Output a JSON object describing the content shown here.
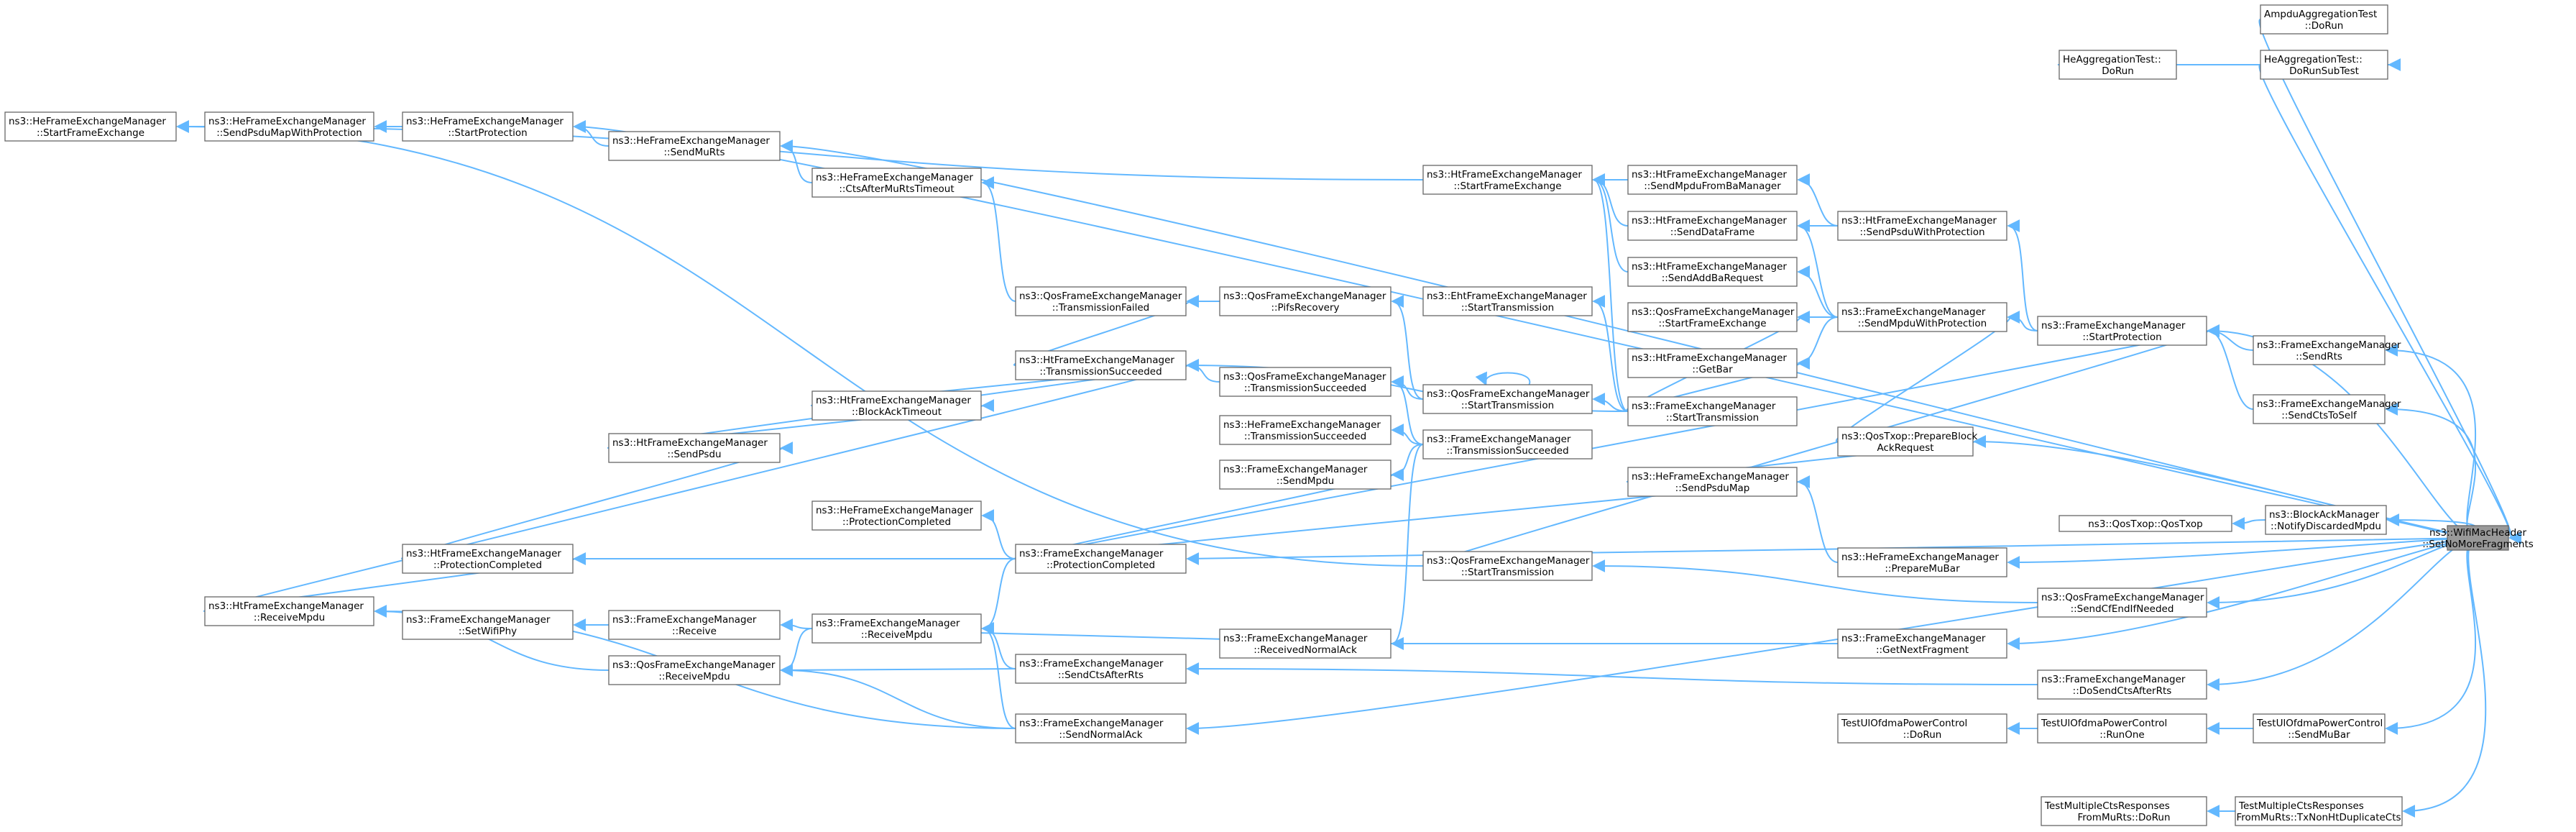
{
  "diagram": {
    "type": "call-graph",
    "edge_color": "#63b8ff",
    "root_fill": "#999999",
    "nodes": [
      {
        "id": "root",
        "lines": [
          "ns3::WifiMacHeader",
          "::SetNoMoreFragments"
        ],
        "root": true
      },
      {
        "id": "ampdu",
        "lines": [
          "AmpduAggregationTest",
          "::DoRun"
        ]
      },
      {
        "id": "hesub",
        "lines": [
          "HeAggregationTest::",
          "DoRunSubTest"
        ]
      },
      {
        "id": "herun",
        "lines": [
          "HeAggregationTest::",
          "DoRun"
        ]
      },
      {
        "id": "heStartFE",
        "lines": [
          "ns3::HeFrameExchangeManager",
          "::StartFrameExchange"
        ]
      },
      {
        "id": "heSendPsduMapWP",
        "lines": [
          "ns3::HeFrameExchangeManager",
          "::SendPsduMapWithProtection"
        ]
      },
      {
        "id": "heStartProt",
        "lines": [
          "ns3::HeFrameExchangeManager",
          "::StartProtection"
        ]
      },
      {
        "id": "heSendMuRts",
        "lines": [
          "ns3::HeFrameExchangeManager",
          "::SendMuRts"
        ]
      },
      {
        "id": "heCtsAfterMuRtsTO",
        "lines": [
          "ns3::HeFrameExchangeManager",
          "::CtsAfterMuRtsTimeout"
        ]
      },
      {
        "id": "htStartFE",
        "lines": [
          "ns3::HtFrameExchangeManager",
          "::StartFrameExchange"
        ]
      },
      {
        "id": "htSendMpduBa",
        "lines": [
          "ns3::HtFrameExchangeManager",
          "::SendMpduFromBaManager"
        ]
      },
      {
        "id": "htSendData",
        "lines": [
          "ns3::HtFrameExchangeManager",
          "::SendDataFrame"
        ]
      },
      {
        "id": "htSendAddBa",
        "lines": [
          "ns3::HtFrameExchangeManager",
          "::SendAddBaRequest"
        ]
      },
      {
        "id": "htSendPsduWP",
        "lines": [
          "ns3::HtFrameExchangeManager",
          "::SendPsduWithProtection"
        ]
      },
      {
        "id": "qosTxFailed",
        "lines": [
          "ns3::QosFrameExchangeManager",
          "::TransmissionFailed"
        ]
      },
      {
        "id": "qosPifs",
        "lines": [
          "ns3::QosFrameExchangeManager",
          "::PifsRecovery"
        ]
      },
      {
        "id": "ehtStartTx",
        "lines": [
          "ns3::EhtFrameExchangeManager",
          "::StartTransmission"
        ]
      },
      {
        "id": "qosStartFE",
        "lines": [
          "ns3::QosFrameExchangeManager",
          "::StartFrameExchange"
        ]
      },
      {
        "id": "feSendMpduWP",
        "lines": [
          "ns3::FrameExchangeManager",
          "::SendMpduWithProtection"
        ]
      },
      {
        "id": "feStartProt",
        "lines": [
          "ns3::FrameExchangeManager",
          "::StartProtection"
        ]
      },
      {
        "id": "feSendRts",
        "lines": [
          "ns3::FrameExchangeManager",
          "::SendRts"
        ]
      },
      {
        "id": "htTxSucc",
        "lines": [
          "ns3::HtFrameExchangeManager",
          "::TransmissionSucceeded"
        ]
      },
      {
        "id": "qosTxSucc",
        "lines": [
          "ns3::QosFrameExchangeManager",
          "::TransmissionSucceeded"
        ]
      },
      {
        "id": "qosStartTx1",
        "lines": [
          "ns3::QosFrameExchangeManager",
          "::StartTransmission"
        ]
      },
      {
        "id": "htGetBar",
        "lines": [
          "ns3::HtFrameExchangeManager",
          "::GetBar"
        ]
      },
      {
        "id": "feStartTx",
        "lines": [
          "ns3::FrameExchangeManager",
          "::StartTransmission"
        ]
      },
      {
        "id": "feSendCtsToSelf",
        "lines": [
          "ns3::FrameExchangeManager",
          "::SendCtsToSelf"
        ]
      },
      {
        "id": "htBlockAckTO",
        "lines": [
          "ns3::HtFrameExchangeManager",
          "::BlockAckTimeout"
        ]
      },
      {
        "id": "heTxSucc",
        "lines": [
          "ns3::HeFrameExchangeManager",
          "::TransmissionSucceeded"
        ]
      },
      {
        "id": "feTxSucc",
        "lines": [
          "ns3::FrameExchangeManager",
          "::TransmissionSucceeded"
        ]
      },
      {
        "id": "qosTxopPrep",
        "lines": [
          "ns3::QosTxop::PrepareBlock",
          "AckRequest"
        ]
      },
      {
        "id": "htSendPsdu",
        "lines": [
          "ns3::HtFrameExchangeManager",
          "::SendPsdu"
        ]
      },
      {
        "id": "feSendMpdu",
        "lines": [
          "ns3::FrameExchangeManager",
          "::SendMpdu"
        ]
      },
      {
        "id": "heSendPsduMap",
        "lines": [
          "ns3::HeFrameExchangeManager",
          "::SendPsduMap"
        ]
      },
      {
        "id": "qosTxopCtor",
        "lines": [
          "ns3::QosTxop::QosTxop"
        ]
      },
      {
        "id": "baNotify",
        "lines": [
          "ns3::BlockAckManager",
          "::NotifyDiscardedMpdu"
        ]
      },
      {
        "id": "heProtComp",
        "lines": [
          "ns3::HeFrameExchangeManager",
          "::ProtectionCompleted"
        ]
      },
      {
        "id": "htProtComp",
        "lines": [
          "ns3::HtFrameExchangeManager",
          "::ProtectionCompleted"
        ]
      },
      {
        "id": "feProtComp",
        "lines": [
          "ns3::FrameExchangeManager",
          "::ProtectionCompleted"
        ]
      },
      {
        "id": "qosStartTx2",
        "lines": [
          "ns3::QosFrameExchangeManager",
          "::StartTransmission"
        ]
      },
      {
        "id": "hePrepMuBar",
        "lines": [
          "ns3::HeFrameExchangeManager",
          "::PrepareMuBar"
        ]
      },
      {
        "id": "qosSendCfEnd",
        "lines": [
          "ns3::QosFrameExchangeManager",
          "::SendCfEndIfNeeded"
        ]
      },
      {
        "id": "htRecvMpdu",
        "lines": [
          "ns3::HtFrameExchangeManager",
          "::ReceiveMpdu"
        ]
      },
      {
        "id": "feSetWifiPhy",
        "lines": [
          "ns3::FrameExchangeManager",
          "::SetWifiPhy"
        ]
      },
      {
        "id": "feReceive",
        "lines": [
          "ns3::FrameExchangeManager",
          "::Receive"
        ]
      },
      {
        "id": "feRecvMpdu",
        "lines": [
          "ns3::FrameExchangeManager",
          "::ReceiveMpdu"
        ]
      },
      {
        "id": "feRecvNormalAck",
        "lines": [
          "ns3::FrameExchangeManager",
          "::ReceivedNormalAck"
        ]
      },
      {
        "id": "feGetNextFrag",
        "lines": [
          "ns3::FrameExchangeManager",
          "::GetNextFragment"
        ]
      },
      {
        "id": "qosRecvMpdu",
        "lines": [
          "ns3::QosFrameExchangeManager",
          "::ReceiveMpdu"
        ]
      },
      {
        "id": "feSendCtsAfterRts",
        "lines": [
          "ns3::FrameExchangeManager",
          "::SendCtsAfterRts"
        ]
      },
      {
        "id": "feDoSendCtsAfterRts",
        "lines": [
          "ns3::FrameExchangeManager",
          "::DoSendCtsAfterRts"
        ]
      },
      {
        "id": "feSendNormalAck",
        "lines": [
          "ns3::FrameExchangeManager",
          "::SendNormalAck"
        ]
      },
      {
        "id": "ulDoRun",
        "lines": [
          "TestUlOfdmaPowerControl",
          "::DoRun"
        ]
      },
      {
        "id": "ulRunOne",
        "lines": [
          "TestUlOfdmaPowerControl",
          "::RunOne"
        ]
      },
      {
        "id": "ulSendMuBar",
        "lines": [
          "TestUlOfdmaPowerControl",
          "::SendMuBar"
        ]
      },
      {
        "id": "mctsDoRun",
        "lines": [
          "TestMultipleCtsResponses",
          "FromMuRts::DoRun"
        ]
      },
      {
        "id": "mctsTx",
        "lines": [
          "TestMultipleCtsResponses",
          "FromMuRts::TxNonHtDuplicateCts"
        ]
      }
    ],
    "edges": [
      [
        "ampdu",
        "root"
      ],
      [
        "hesub",
        "root"
      ],
      [
        "herun",
        "hesub"
      ],
      [
        "heSendPsduMapWP",
        "heStartFE"
      ],
      [
        "heStartProt",
        "heSendPsduMapWP"
      ],
      [
        "heSendMuRts",
        "heStartProt"
      ],
      [
        "root",
        "heStartProt"
      ],
      [
        "root",
        "heSendMuRts"
      ],
      [
        "heCtsAfterMuRtsTO",
        "heSendMuRts"
      ],
      [
        "qosTxFailed",
        "heCtsAfterMuRtsTO"
      ],
      [
        "htStartFE",
        "heStartFE"
      ],
      [
        "htSendMpduBa",
        "htStartFE"
      ],
      [
        "htSendData",
        "htStartFE"
      ],
      [
        "htSendAddBa",
        "htStartFE"
      ],
      [
        "htSendPsduWP",
        "htSendMpduBa"
      ],
      [
        "htSendPsduWP",
        "htSendData"
      ],
      [
        "feStartProt",
        "htSendPsduWP"
      ],
      [
        "feSendMpduWP",
        "htSendData"
      ],
      [
        "feSendMpduWP",
        "htSendAddBa"
      ],
      [
        "feSendMpduWP",
        "qosStartFE"
      ],
      [
        "feSendMpduWP",
        "htGetBar"
      ],
      [
        "feStartProt",
        "feSendMpduWP"
      ],
      [
        "feSendRts",
        "feStartProt"
      ],
      [
        "feSendCtsToSelf",
        "feStartProt"
      ],
      [
        "root",
        "feSendRts"
      ],
      [
        "root",
        "feSendCtsToSelf"
      ],
      [
        "qosPifs",
        "qosTxFailed"
      ],
      [
        "htTxSucc",
        "qosTxFailed"
      ],
      [
        "qosStartTx1",
        "qosPifs"
      ],
      [
        "qosTxSucc",
        "htTxSucc"
      ],
      [
        "feStartTx",
        "ehtStartTx"
      ],
      [
        "feStartTx",
        "qosStartFE"
      ],
      [
        "feStartTx",
        "htGetBar"
      ],
      [
        "feStartTx",
        "htStartFE"
      ],
      [
        "feStartTx",
        "qosStartTx1"
      ],
      [
        "feStartTx",
        "htTxSucc"
      ],
      [
        "qosStartTx1",
        "qosStartTx1"
      ],
      [
        "qosStartTx1",
        "qosTxSucc"
      ],
      [
        "feTxSucc",
        "qosTxSucc"
      ],
      [
        "feTxSucc",
        "heTxSucc"
      ],
      [
        "feTxSucc",
        "feSendMpdu"
      ],
      [
        "feTxSucc",
        "feRecvNormalAck"
      ],
      [
        "htBlockAckTO",
        "htTxSucc"
      ],
      [
        "htSendPsdu",
        "htBlockAckTO"
      ],
      [
        "htSendPsdu",
        "htTxSucc"
      ],
      [
        "htRecvMpdu",
        "htTxSucc"
      ],
      [
        "qosTxopPrep",
        "feSendMpduWP"
      ],
      [
        "root",
        "qosTxopPrep"
      ],
      [
        "heSendPsduMap",
        "qosTxopPrep"
      ],
      [
        "hePrepMuBar",
        "heSendPsduMap"
      ],
      [
        "root",
        "hePrepMuBar"
      ],
      [
        "feProtComp",
        "feSendMpdu"
      ],
      [
        "feProtComp",
        "heSendPsduMap"
      ],
      [
        "feProtComp",
        "heProtComp"
      ],
      [
        "feProtComp",
        "htProtComp"
      ],
      [
        "feProtComp",
        "feStartProt"
      ],
      [
        "feProtComp",
        "feRecvMpdu"
      ],
      [
        "root",
        "feProtComp"
      ],
      [
        "htProtComp",
        "htSendPsdu"
      ],
      [
        "htRecvMpdu",
        "htProtComp"
      ],
      [
        "qosStartTx2",
        "heStartFE"
      ],
      [
        "qosStartTx2",
        "feStartProt"
      ],
      [
        "qosSendCfEnd",
        "qosStartTx2"
      ],
      [
        "root",
        "qosSendCfEnd"
      ],
      [
        "baNotify",
        "qosTxopCtor"
      ],
      [
        "root",
        "baNotify"
      ],
      [
        "feReceive",
        "feSetWifiPhy"
      ],
      [
        "feRecvMpdu",
        "feReceive"
      ],
      [
        "feRecvMpdu",
        "qosRecvMpdu"
      ],
      [
        "feRecvMpdu",
        "feRecvNormalAck"
      ],
      [
        "feGetNextFrag",
        "feRecvNormalAck"
      ],
      [
        "root",
        "feGetNextFrag"
      ],
      [
        "qosRecvMpdu",
        "htRecvMpdu"
      ],
      [
        "feSendCtsAfterRts",
        "feRecvMpdu"
      ],
      [
        "feSendCtsAfterRts",
        "qosRecvMpdu"
      ],
      [
        "feDoSendCtsAfterRts",
        "feSendCtsAfterRts"
      ],
      [
        "root",
        "feDoSendCtsAfterRts"
      ],
      [
        "feSendNormalAck",
        "feRecvMpdu"
      ],
      [
        "feSendNormalAck",
        "qosRecvMpdu"
      ],
      [
        "feSendNormalAck",
        "htRecvMpdu"
      ],
      [
        "root",
        "feSendNormalAck"
      ],
      [
        "ulRunOne",
        "ulDoRun"
      ],
      [
        "ulSendMuBar",
        "ulRunOne"
      ],
      [
        "root",
        "ulSendMuBar"
      ],
      [
        "mctsTx",
        "mctsDoRun"
      ],
      [
        "root",
        "mctsTx"
      ],
      [
        "root",
        "feStartProt"
      ]
    ]
  }
}
